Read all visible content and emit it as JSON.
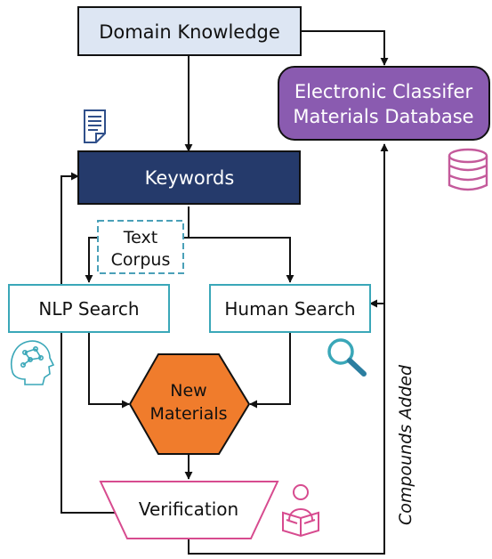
{
  "nodes": {
    "domain_knowledge": "Domain Knowledge",
    "database_line1": "Electronic Classifer",
    "database_line2": "Materials Database",
    "keywords": "Keywords",
    "text_corpus_line1": "Text",
    "text_corpus_line2": "Corpus",
    "nlp_search": "NLP Search",
    "human_search": "Human Search",
    "new_materials_line1": "New",
    "new_materials_line2": "Materials",
    "verification": "Verification"
  },
  "edge_labels": {
    "compounds_added": "Compounds Added"
  },
  "icons": {
    "document": "document-icon",
    "database": "database-icon",
    "ai_brain": "ai-brain-icon",
    "magnifier": "magnifier-icon",
    "reader": "reader-icon"
  },
  "colors": {
    "domain_fill": "#dde6f3",
    "database_fill": "#8a5bb0",
    "keywords_fill": "#253a6b",
    "text_corpus_stroke": "#4aa0b8",
    "search_stroke": "#3aa7b8",
    "new_materials_fill": "#f07c2c",
    "verification_stroke": "#d74b8f",
    "database_icon": "#c45a9b",
    "arrow": "#111111"
  }
}
